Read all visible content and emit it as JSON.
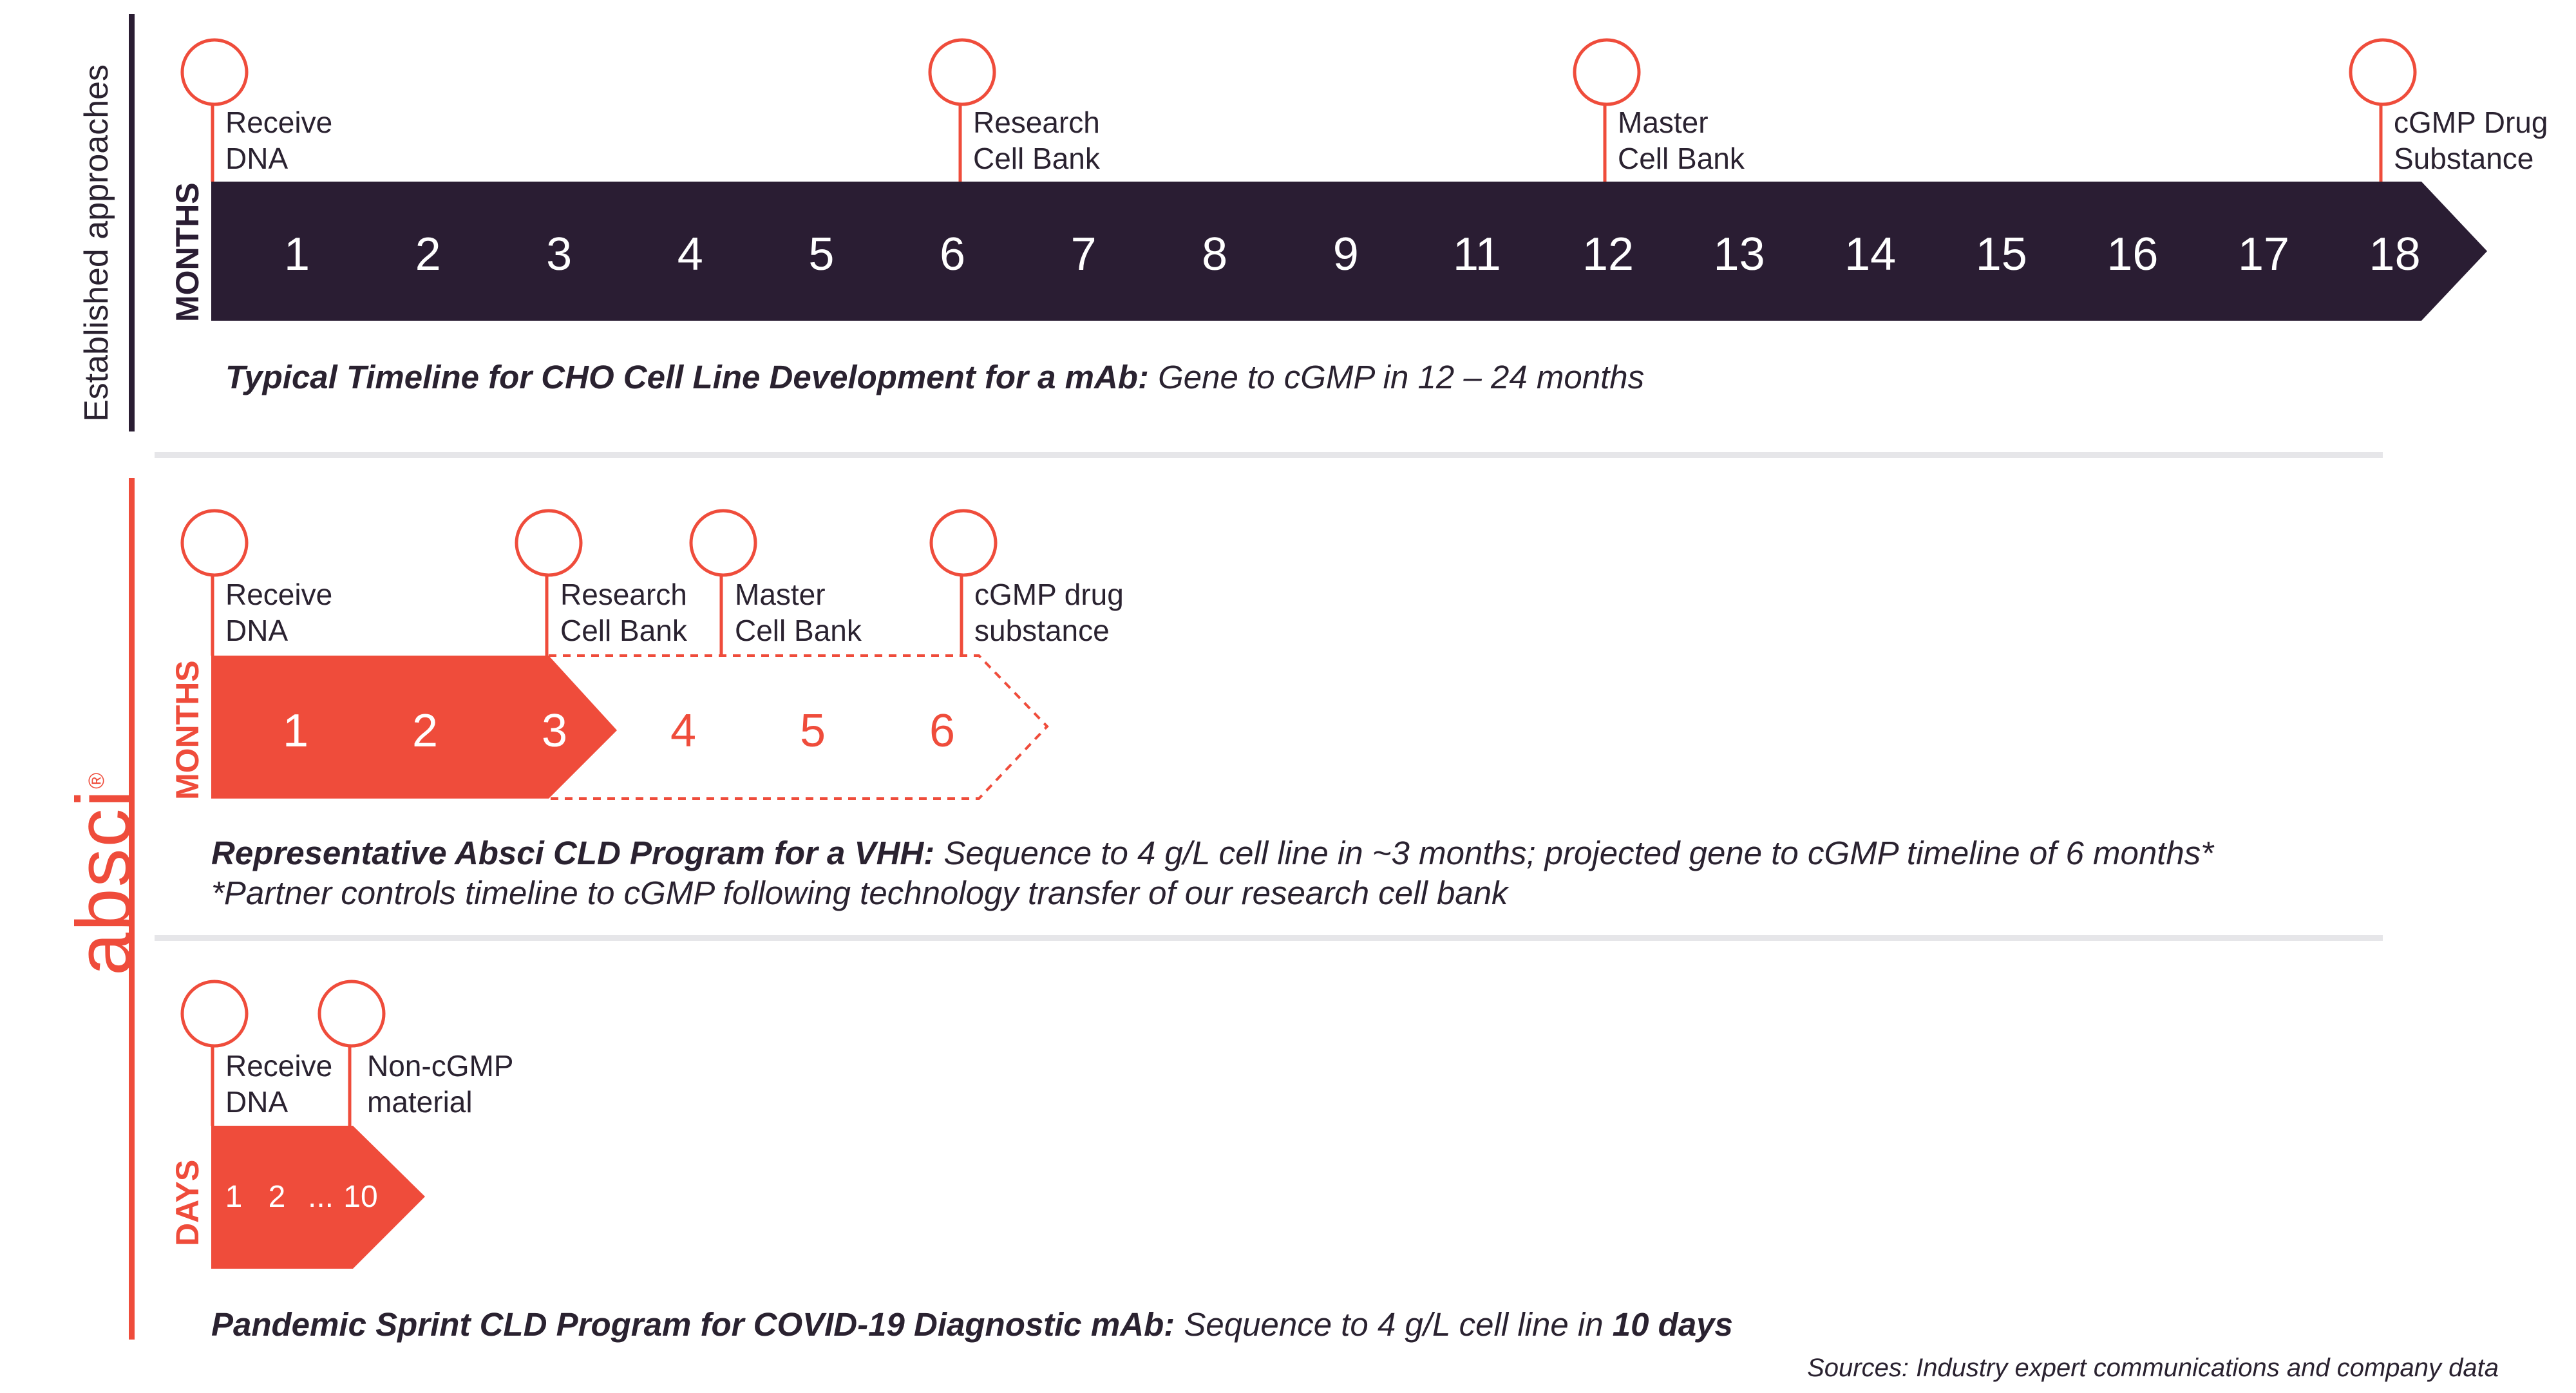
{
  "side": {
    "established": "Established approaches",
    "logo": "absci",
    "logo_mark": "®"
  },
  "section1": {
    "unit": "MONTHS",
    "ticks": [
      "1",
      "2",
      "3",
      "4",
      "5",
      "6",
      "7",
      "8",
      "9",
      "11",
      "12",
      "13",
      "14",
      "15",
      "16",
      "17",
      "18"
    ],
    "milestones": [
      {
        "line1": "Receive",
        "line2": "DNA"
      },
      {
        "line1": "Research",
        "line2": "Cell Bank"
      },
      {
        "line1": "Master",
        "line2": "Cell Bank"
      },
      {
        "line1": "cGMP Drug",
        "line2": "Substance"
      }
    ],
    "caption_bold": "Typical Timeline for CHO Cell Line Development for a mAb:",
    "caption_rest": " Gene to cGMP in 12 – 24 months"
  },
  "section2": {
    "unit": "MONTHS",
    "ticks_solid": [
      "1",
      "2",
      "3"
    ],
    "ticks_outline": [
      "4",
      "5",
      "6"
    ],
    "milestones": [
      {
        "line1": "Receive",
        "line2": "DNA"
      },
      {
        "line1": "Research",
        "line2": "Cell Bank"
      },
      {
        "line1": "Master",
        "line2": "Cell Bank"
      },
      {
        "line1": "cGMP drug",
        "line2": "substance"
      }
    ],
    "caption_bold": "Representative Absci CLD Program for a VHH:",
    "caption_rest": " Sequence to 4 g/L cell line in ~3 months; projected gene to cGMP timeline of 6 months*",
    "footnote": "*Partner controls timeline to cGMP following technology transfer of our research cell bank"
  },
  "section3": {
    "unit": "DAYS",
    "ticks": [
      "1",
      "2",
      "...",
      "10"
    ],
    "milestones": [
      {
        "line1": "Receive",
        "line2": "DNA"
      },
      {
        "line1": "Non-cGMP",
        "line2": "material"
      }
    ],
    "caption_bold": "Pandemic Sprint CLD Program for COVID-19 Diagnostic mAb:",
    "caption_rest": " Sequence to 4 g/L cell line in ",
    "caption_bold_end": "10 days"
  },
  "sources": "Sources: Industry expert communications and company data",
  "colors": {
    "dark": "#2a1d33",
    "red": "#ef4c3b",
    "divider": "#e6e6e9"
  }
}
